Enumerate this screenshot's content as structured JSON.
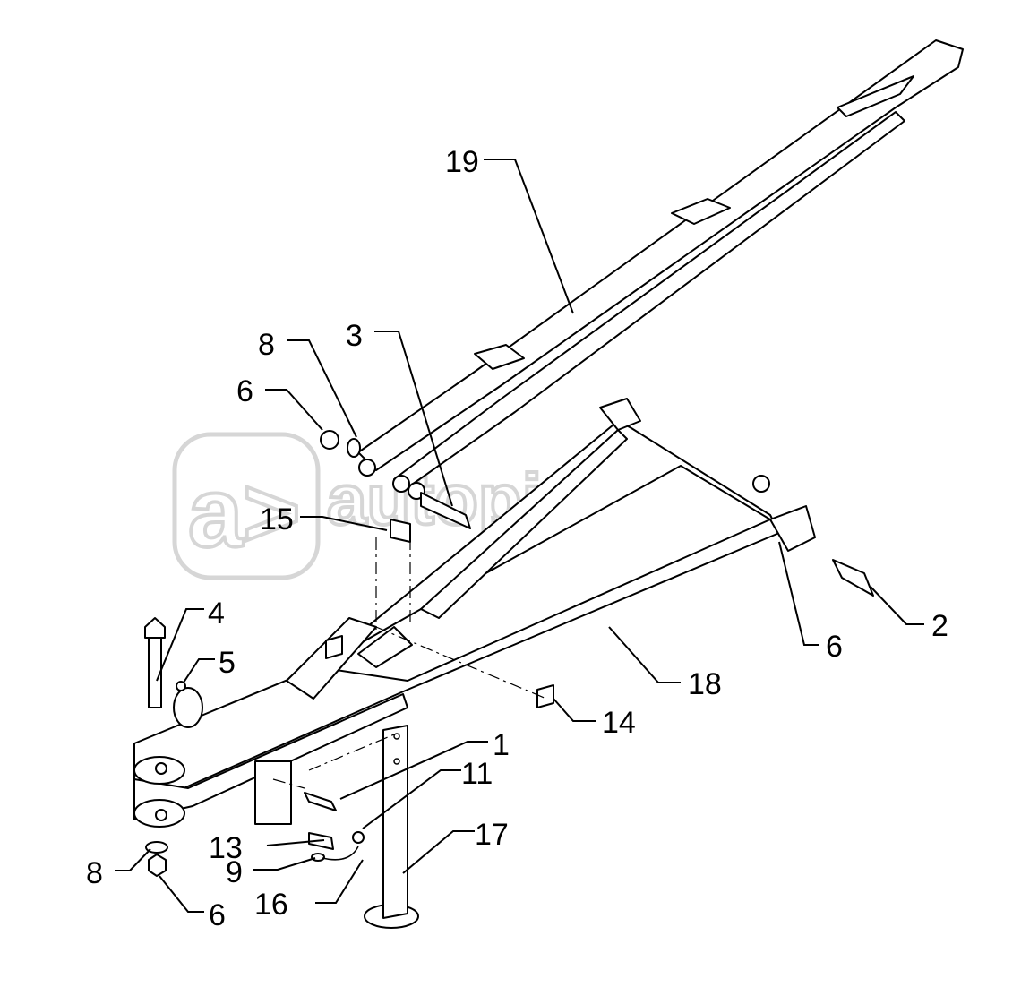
{
  "diagram": {
    "title": "Drawbar frame assembly exploded view",
    "watermark": "autopiter.ru",
    "callouts": [
      "19",
      "8",
      "3",
      "6",
      "15",
      "2",
      "6",
      "18",
      "14",
      "4",
      "5",
      "1",
      "11",
      "17",
      "13",
      "9",
      "16",
      "8",
      "6"
    ]
  }
}
